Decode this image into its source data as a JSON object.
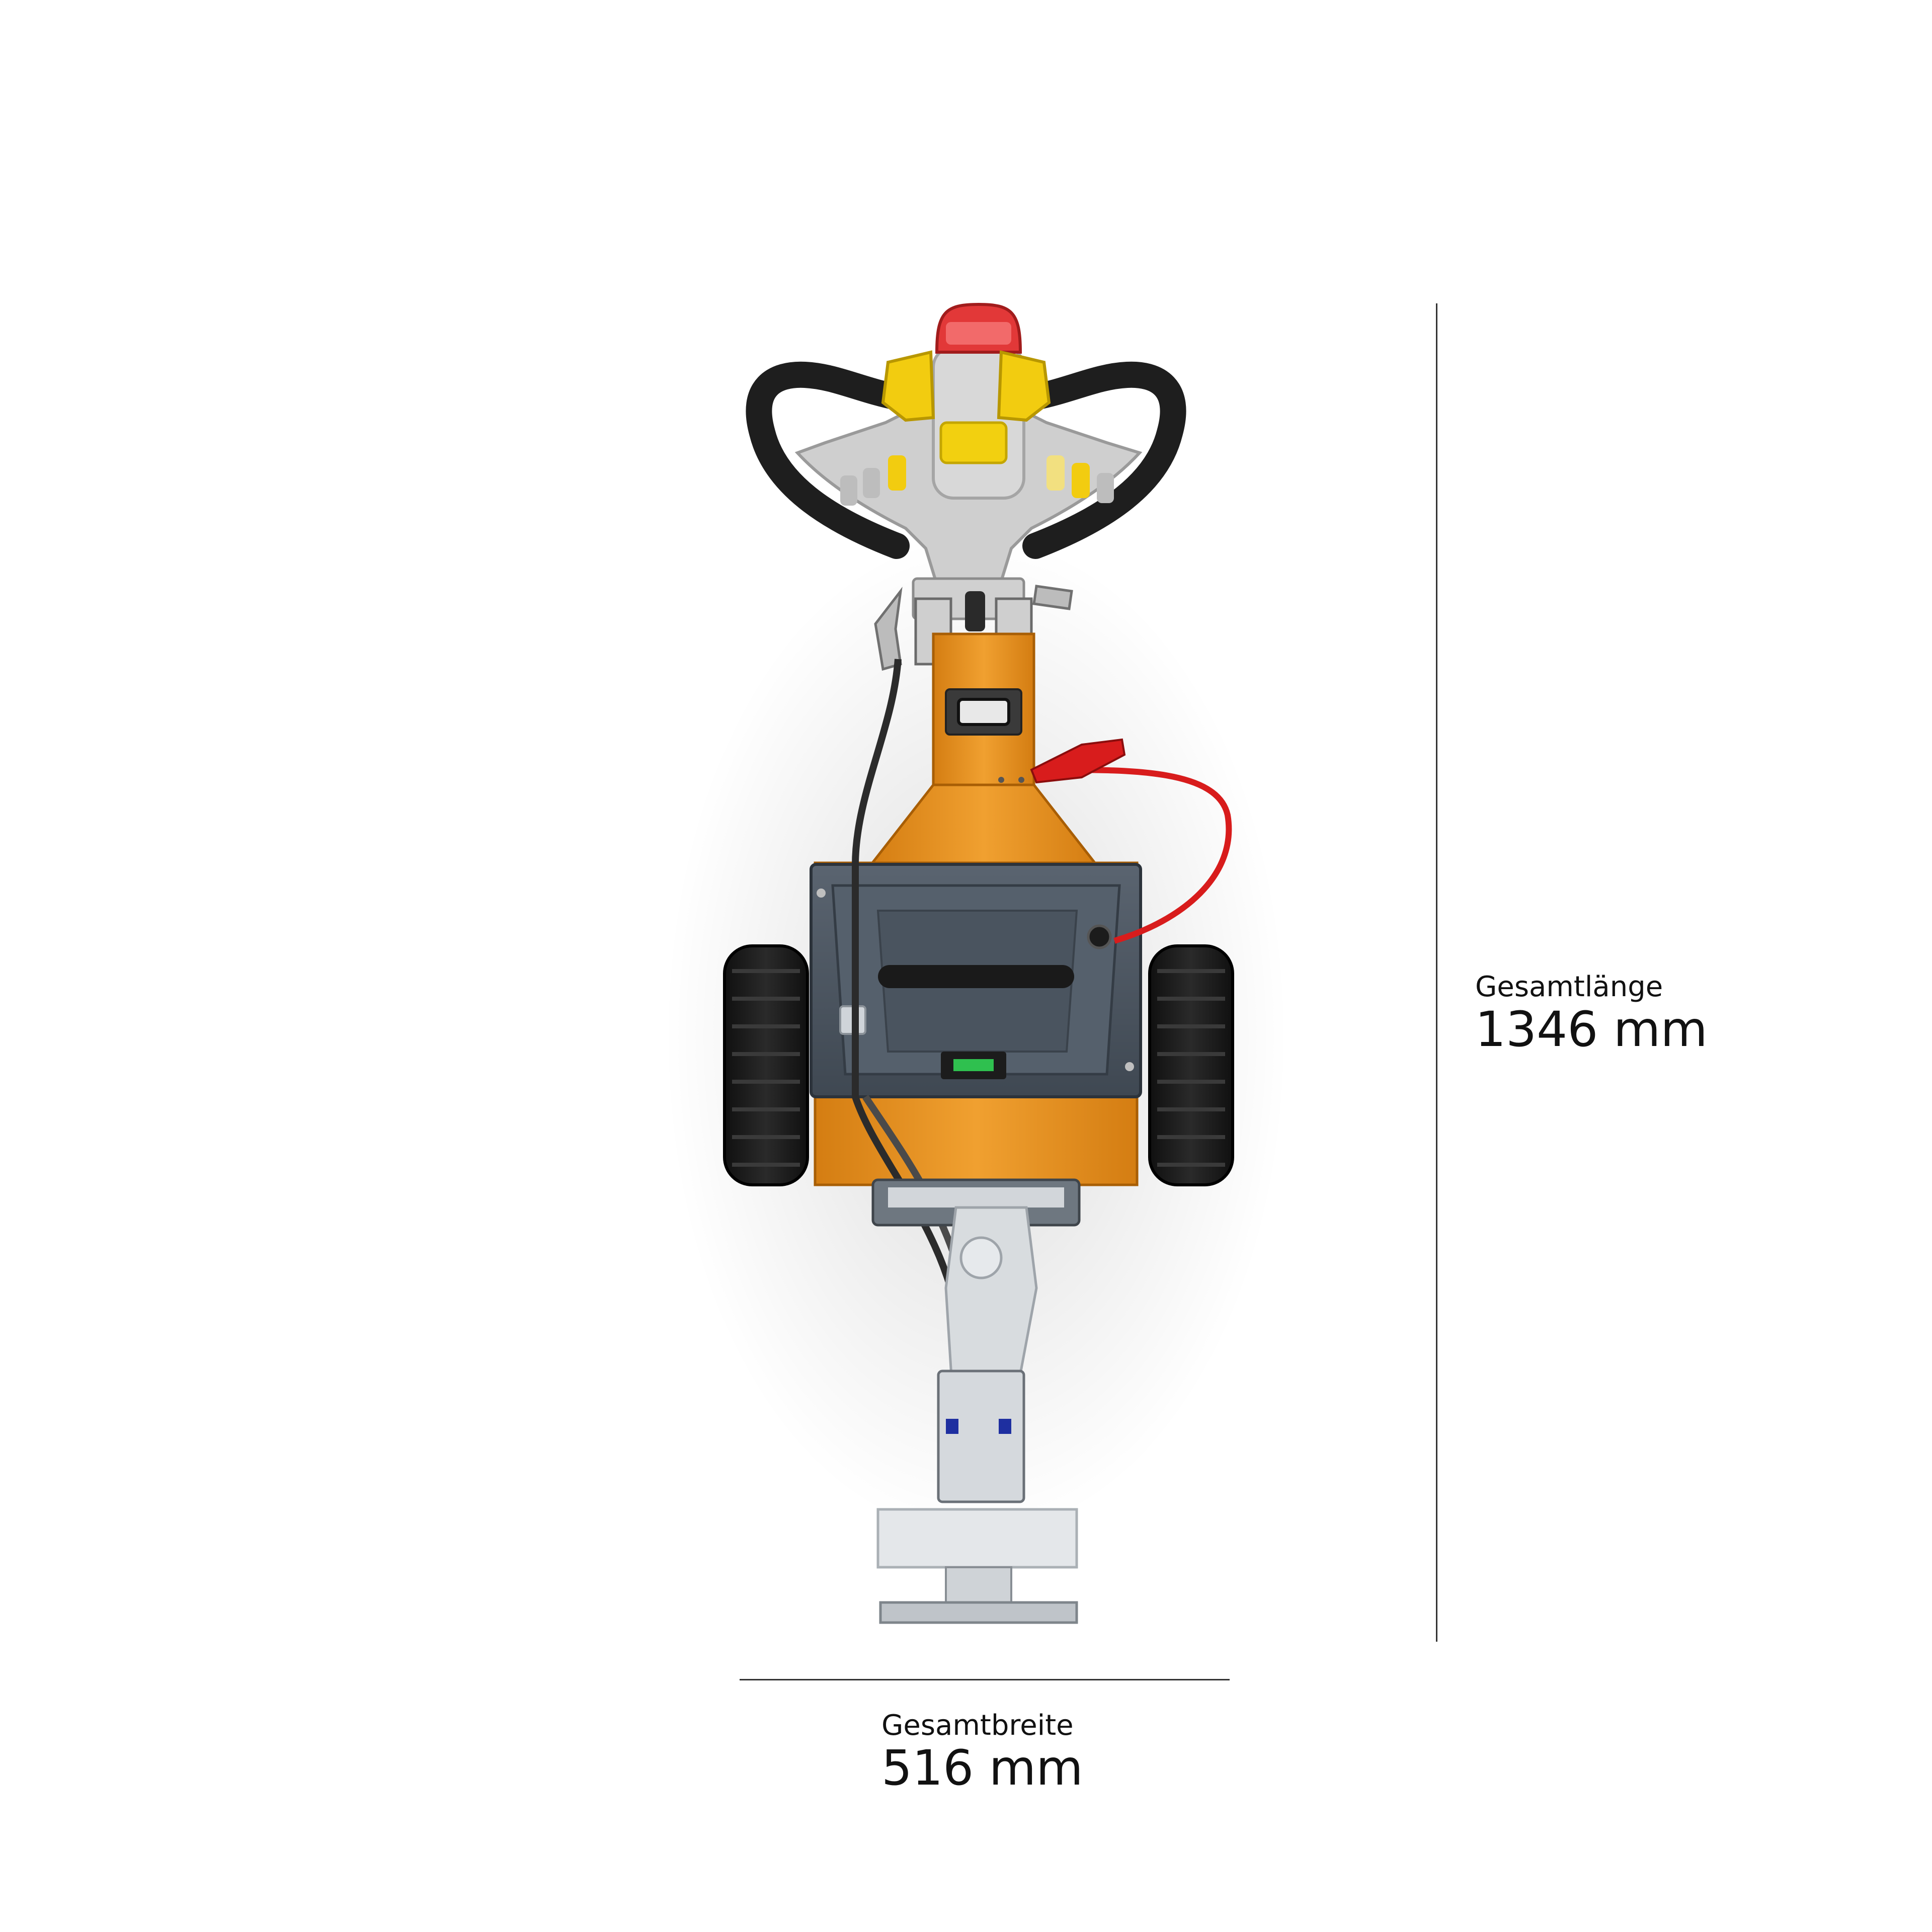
{
  "image": {
    "subject": "electric-tug-top-view",
    "colors": {
      "body_orange": "#e89020",
      "battery_gray": "#4b5460",
      "tire_black": "#1c1c1c",
      "handle_black": "#1e1e1e",
      "head_gray": "#d4d4d4",
      "button_yellow": "#f2cc10",
      "light_red": "#e23838",
      "cable_red": "#d81c1c",
      "display_green": "#2fc04f",
      "steel": "#c9cdd2"
    }
  },
  "dimensions": {
    "length": {
      "caption": "Gesamtlänge",
      "value": "1346 mm"
    },
    "width": {
      "caption": "Gesamtbreite",
      "value": "516 mm"
    }
  }
}
